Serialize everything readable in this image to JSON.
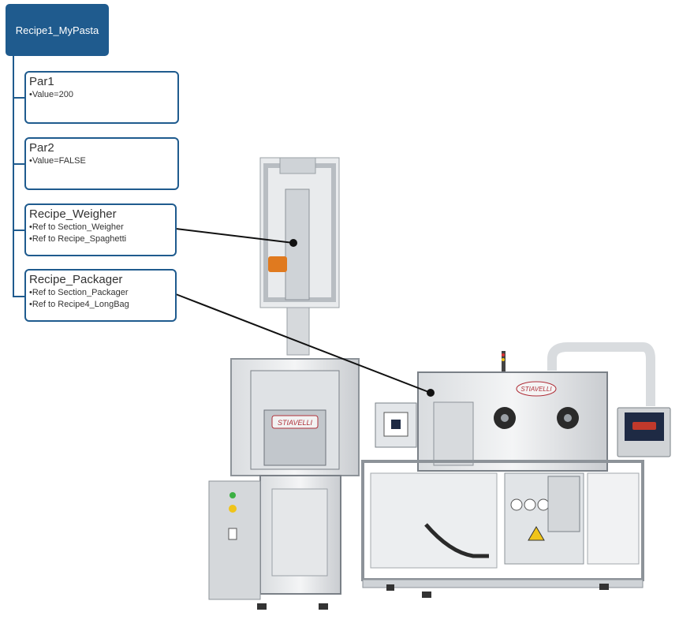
{
  "root": {
    "label": "Recipe1_MyPasta"
  },
  "nodes": [
    {
      "title": "Par1",
      "items": [
        "•Value=200"
      ]
    },
    {
      "title": "Par2",
      "items": [
        "•Value=FALSE"
      ]
    },
    {
      "title": "Recipe_Weigher",
      "items": [
        "•Ref to Section_Weigher",
        "•Ref to Recipe_Spaghetti"
      ]
    },
    {
      "title": "Recipe_Packager",
      "items": [
        "•Ref to Section_Packager",
        "•Ref to Recipe4_LongBag"
      ]
    }
  ],
  "machine": {
    "brand_text": "STIAVELLI"
  },
  "colors": {
    "node_blue": "#1f5b8e",
    "machine_red": "#b0303a",
    "leader": "#111111"
  }
}
